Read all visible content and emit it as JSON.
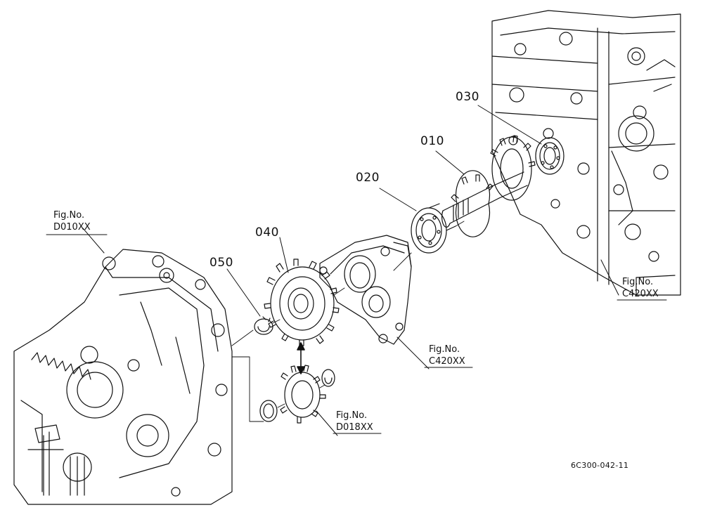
{
  "diagram": {
    "callouts": {
      "p010": "010",
      "p020": "020",
      "p030": "030",
      "p040": "040",
      "p050": "050"
    },
    "figure_refs": {
      "d010": {
        "line1": "Fig.No.",
        "line2": "D010XX"
      },
      "c420_right": {
        "line1": "Fig.No.",
        "line2": "C420XX"
      },
      "c420_center": {
        "line1": "Fig.No.",
        "line2": "C420XX"
      },
      "d018": {
        "line1": "Fig.No.",
        "line2": "D018XX"
      }
    },
    "drawing_code": "6C300-042-11"
  },
  "colors": {
    "ink": "#111111",
    "paper": "#ffffff"
  }
}
